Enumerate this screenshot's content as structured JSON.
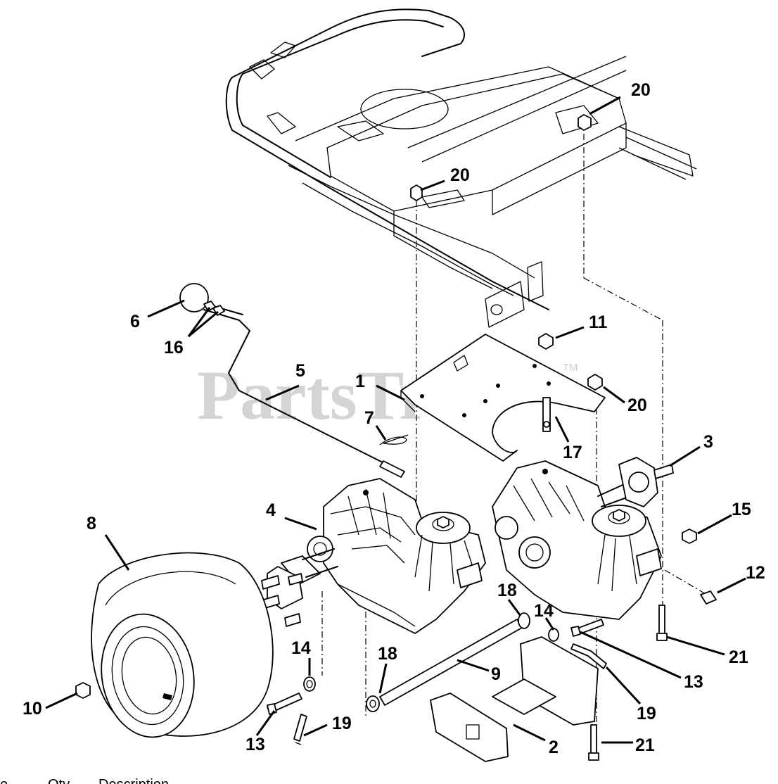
{
  "watermark": {
    "text": "PartsTree",
    "trademark": "TM"
  },
  "callouts": {
    "c1": "1",
    "c2": "2",
    "c3": "3",
    "c4": "4",
    "c5": "5",
    "c6": "6",
    "c7": "7",
    "c8": "8",
    "c9": "9",
    "c10": "10",
    "c11": "11",
    "c12": "12",
    "c13a": "13",
    "c13b": "13",
    "c14a": "14",
    "c14b": "14",
    "c15": "15",
    "c16": "16",
    "c17": "17",
    "c18a": "18",
    "c18b": "18",
    "c19a": "19",
    "c19b": "19",
    "c20a": "20",
    "c20b": "20",
    "c20c": "20",
    "c21a": "21",
    "c21b": "21"
  },
  "table_header": {
    "col_ref": "e",
    "col_qty": "Qty",
    "col_desc": "Description"
  }
}
